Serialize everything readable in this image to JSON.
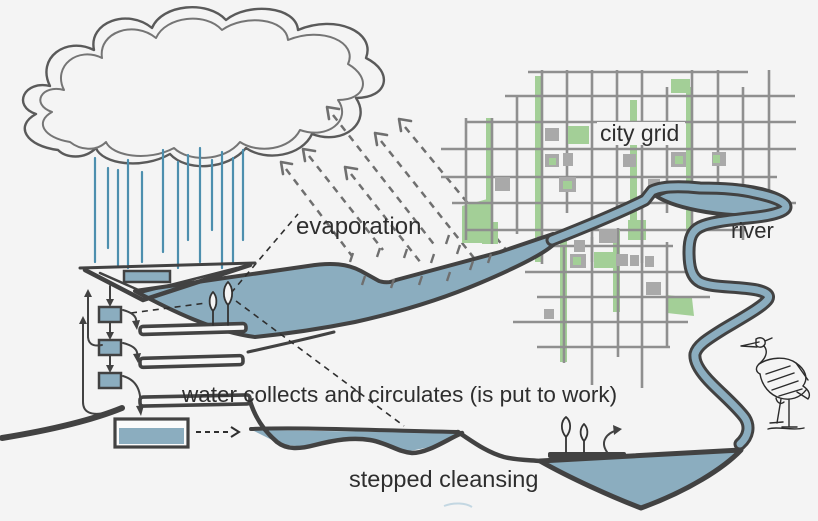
{
  "title": "hand-drawn urban water cycle diagram",
  "background_color": "#f4f4f4",
  "colors": {
    "water": "#8badbf",
    "rain_blue": "#4d8fae",
    "ink_outline": "#424242",
    "grid_gray": "#8f8f8f",
    "building_gray": "#a9a9a9",
    "park_green": "#a3cf97",
    "arrow_gray": "#6f6f6f",
    "text": "#2e2e2e"
  },
  "labels": {
    "evaporation": "evaporation",
    "city_grid": "city grid",
    "river": "river",
    "water_collects": "water collects and circulates (is put to work)",
    "stepped_cleansing": "stepped cleansing"
  },
  "icons": [
    "cloud-icon",
    "rain-icon",
    "evaporation-arrows-icon",
    "city-grid-icon",
    "river-icon",
    "collector-funnel-icon",
    "storage-tanks-icon",
    "circulation-arrows-icon",
    "building-slabs-icon",
    "plants-icon",
    "cistern-icon",
    "flow-arrow-icon",
    "stepped-pools-icon",
    "cleansing-basin-icon",
    "platform-trees-icon",
    "heron-icon"
  ]
}
